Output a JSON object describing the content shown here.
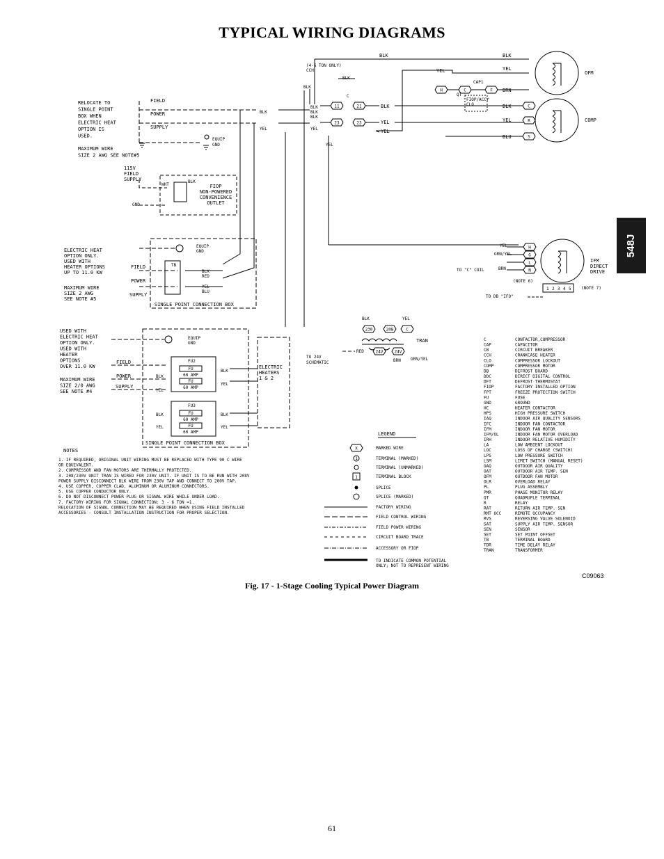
{
  "title": "TYPICAL WIRING DIAGRAMS",
  "section_tab": "548J",
  "figure_id": "C09063",
  "caption": "Fig. 17 - 1-Stage Cooling Typical Power Diagram",
  "page_number": "61",
  "diagram": {
    "motors": {
      "ofm": "OFM",
      "comp": "COMP",
      "ifm": "IFM\nDIRECT\nDRIVE"
    },
    "wire_labels": {
      "blk": "BLK",
      "yel": "YEL",
      "brn": "BRN",
      "blu": "BLU",
      "red": "RED",
      "grn_yel": "GRN/YEL",
      "wht": "WHT",
      "gnd": "GND"
    },
    "top_notes": {
      "cch": "(4-6 TON ONLY)\nCCH",
      "cap": "CAP1",
      "fiop": "FIOP/ACCY\nCLO",
      "qt": "QT",
      "c": "C",
      "to_c_coil": "TO \"C\" COIL",
      "note6": "(NOTE 6)",
      "note7": "(NOTE 7)",
      "to_db": "TO DB \"IFO\"",
      "relocate": "RELOCATE TO\nSINGLE POINT\nBOX WHEN\nELECTRIC HEAT\nOPTION IS\nUSED.",
      "max_wire_2": "MAXIMUM WIRE\nSIZE 2 AWG  SEE NOTE#5",
      "field": "FIELD",
      "power": "POWER",
      "supply": "SUPPLY",
      "equip_gnd": "EQUIP\nGND",
      "v115": "115V\nFIELD\nSUPPLY",
      "fiop_outlet": "FIOP\nNON-POWERED\nCONVENIENCE\nOUTLET",
      "elec_heat_upto": "ELECTRIC HEAT\nOPTION ONLY.\nUSED WITH\nHEATER OPTIONS\nUP TO 11.0 KW",
      "max_wire_2b": "MAXIMUM WIRE\nSIZE 2 AWG\nSEE NOTE #5",
      "tb": "TB",
      "spcb": "SINGLE POINT CONNECTION BOX",
      "used_with": "USED WITH\nELECTRIC HEAT\nOPTION ONLY.\nUSED WITH\nHEATER\nOPTIONS\nOVER 11.0 KW",
      "max_wire_20": "MAXIMUM WIRE\nSIZE 2/0 AWG\nSEE NOTE #4",
      "fu2": "FU2",
      "fu3": "FU3",
      "fu": "FU",
      "amp60": "60 AMP",
      "elec_heaters": "ELECTRIC\nHEATERS\n1 & 2",
      "to_24v": "TO 24V\nSCHEMATIC",
      "tran": "TRAN",
      "v230": "230",
      "v208": "208",
      "v24": "24V"
    },
    "notes_title": "NOTES",
    "notes": [
      "1. IF REQUIRED, ORIGINAL UNIT WIRING MUST BE REPLACED WITH TYPE 90 C WIRE",
      "   OR EQUIVALENT.",
      "2. COMPRESSOR AND FAN MOTORS ARE THERMALLY PROTECTED.",
      "3. 208/230V UNIT TRAN IS WIRED FOR 230V UNIT. IF UNIT IS TO BE RUN WITH 208V",
      "   POWER SUPPLY DISCONNECT BLK WIRE FROM 230V TAP AND CONNECT TO 200V TAP.",
      "4. USE COPPER, COPPER CLAD, ALUMINUM OR ALUMINUM CONNECTORS.",
      "5. USE COPPER CONDUCTOR ONLY.",
      "6. DO NOT DISCONNECT POWER PLUG OR SIGNAL WIRE WHILE UNDER LOAD.",
      "7. FACTORY WIRING FOR SIGNAL CONNECTION:  3 - 6 TON =1.",
      "   RELOCATION OF SIGNAL CONNECTION MAY BE REQUIRED WHEN USING FIELD INSTALLED",
      "   ACCESSORIES - CONSULT INSTALLATION INSTRUCTION FOR PROPER SELECTION."
    ],
    "legend_title": "LEGEND",
    "legend": [
      "MARKED WIRE",
      "TERMINAL (MARKED)",
      "TERMINAL (UNMARKED)",
      "TERMINAL BLOCK",
      "SPLICE",
      "SPLICE (MARKED)",
      "FACTORY WIRING",
      "FIELD CONTROL WIRING",
      "FIELD POWER WIRING",
      "CIRCUIT BOARD TRACE",
      "ACCESSORY OR FIOP",
      "TO INDICATE COMMON POTENTIAL\nONLY; NOT TO REPRESENT WIRING"
    ],
    "legend_symbols": {
      "x": "X",
      "one": "1"
    },
    "abbreviations": [
      [
        "C",
        "CONTACTOR,COMPRESSOR"
      ],
      [
        "CAP",
        "CAPACITOR"
      ],
      [
        "CB",
        "CIRCUIT BREAKER"
      ],
      [
        "CCH",
        "CRANKCASE HEATER"
      ],
      [
        "CLO",
        "COMPRESSOR LOCKOUT"
      ],
      [
        "COMP",
        "COMPRESSOR MOTOR"
      ],
      [
        "DB",
        "DEFROST BOARD"
      ],
      [
        "DDC",
        "DIRECT DIGITAL CONTROL"
      ],
      [
        "DFT",
        "DEFROST THERMOSTAT"
      ],
      [
        "FIOP",
        "FACTORY INSTALLED OPTION"
      ],
      [
        "FPT",
        "FREEZE PROTECTION SWITCH"
      ],
      [
        "FU",
        "FUSE"
      ],
      [
        "GND",
        "GROUND"
      ],
      [
        "HC",
        "HEATER CONTACTOR"
      ],
      [
        "HPS",
        "HIGH PRESSURE SWITCH"
      ],
      [
        "IAQ",
        "INDOOR AIR QUALITY SENSORS"
      ],
      [
        "IFC",
        "INDOOR FAN CONTACTOR"
      ],
      [
        "IFM",
        "INDOOR FAN MOTOR"
      ],
      [
        "IFM/OL",
        "INDOOR FAN MOTOR OVERLOAD"
      ],
      [
        "IRH",
        "INDOOR RELATIVE HUMIDITY"
      ],
      [
        "LA",
        "LOW AMBIENT LOCKOUT"
      ],
      [
        "LOC",
        "LOSS OF CHARGE (SWITCH)"
      ],
      [
        "LPS",
        "LOW PRESSURE SWITCH"
      ],
      [
        "LSM",
        "LIMIT SWITCH (MANUAL RESET)"
      ],
      [
        "OAQ",
        "OUTDOOR AIR QUALITY"
      ],
      [
        "OAT",
        "OUTDOOR AIR TEMP. SEN"
      ],
      [
        "OFM",
        "OUTDOOR FAN MOTOR"
      ],
      [
        "OLR",
        "OVERLOAD RELAY"
      ],
      [
        "PL",
        "PLUG ASSEMBLY"
      ],
      [
        "PMR",
        "PHASE MONITOR RELAY"
      ],
      [
        "QT",
        "QUADRUPLE TERMINAL"
      ],
      [
        "R",
        "RELAY"
      ],
      [
        "RAT",
        "RETURN AIR TEMP. SEN"
      ],
      [
        "RMT OCC",
        "REMOTE OCCUPANCY"
      ],
      [
        "RVS",
        "REVERSING VALVE SOLENOID"
      ],
      [
        "SAT",
        "SUPPLY AIR TEMP. SENSOR"
      ],
      [
        "SEN",
        "SENSOR"
      ],
      [
        "SET",
        "SET POINT OFFSET"
      ],
      [
        "TB",
        "TERMINAL BOARD"
      ],
      [
        "TDR",
        "TIME DELAY RELAY"
      ],
      [
        "TRAN",
        "TRANSFORMER"
      ]
    ]
  }
}
